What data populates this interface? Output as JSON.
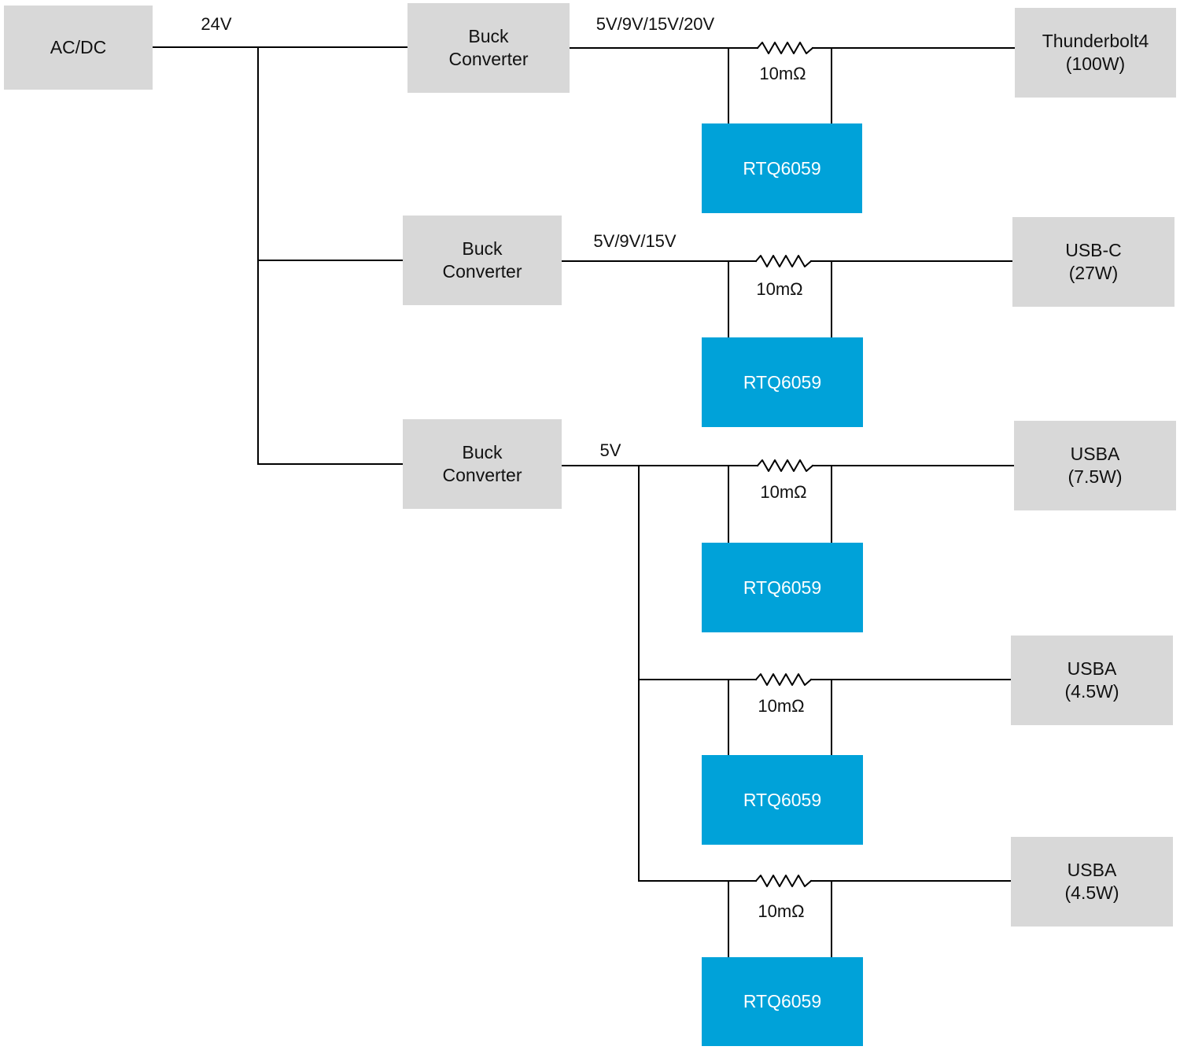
{
  "colors": {
    "block": "#d8d8d8",
    "monitor": "#00a2d9",
    "wire": "#000000"
  },
  "source": {
    "label": "AC/DC",
    "bus_voltage": "24V"
  },
  "converters": [
    {
      "line1": "Buck",
      "line2": "Converter",
      "output_voltage": "5V/9V/15V/20V"
    },
    {
      "line1": "Buck",
      "line2": "Converter",
      "output_voltage": "5V/9V/15V"
    },
    {
      "line1": "Buck",
      "line2": "Converter",
      "output_voltage": "5V"
    }
  ],
  "channels": [
    {
      "sense_resistor": "10mΩ",
      "monitor": "RTQ6059",
      "port_name": "Thunderbolt4",
      "port_power": "(100W)"
    },
    {
      "sense_resistor": "10mΩ",
      "monitor": "RTQ6059",
      "port_name": "USB-C",
      "port_power": "(27W)"
    },
    {
      "sense_resistor": "10mΩ",
      "monitor": "RTQ6059",
      "port_name": "USBA",
      "port_power": "(7.5W)"
    },
    {
      "sense_resistor": "10mΩ",
      "monitor": "RTQ6059",
      "port_name": "USBA",
      "port_power": "(4.5W)"
    },
    {
      "sense_resistor": "10mΩ",
      "monitor": "RTQ6059",
      "port_name": "USBA",
      "port_power": "(4.5W)"
    }
  ]
}
